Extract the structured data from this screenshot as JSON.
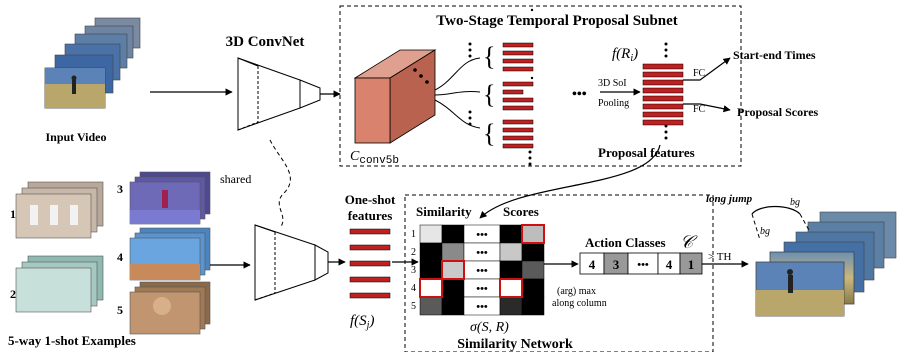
{
  "subnet": {
    "title": "Two-Stage Temporal Proposal Subnet",
    "f_ri": "f(R",
    "f_ri_sub": "i",
    "f_ri_close": ")",
    "soi_pooling": "3D SoI",
    "pooling": "Pooling",
    "fc1": "FC",
    "fc2": "FC",
    "start_end": "Start-end Times",
    "proposal_scores": "Proposal Scores",
    "c_label": "C",
    "c_sub": "conv5b",
    "proposal_features": "Proposal features"
  },
  "convnet": {
    "title": "3D ConvNet",
    "shared": "shared"
  },
  "input_video": "Input Video",
  "examples": {
    "title": "5-way 1-shot Examples",
    "numbers": [
      "1",
      "2",
      "3",
      "4",
      "5"
    ]
  },
  "oneshot": {
    "line1": "One-shot",
    "line2": "features",
    "f_sj": "f(S",
    "f_sj_sub": "j",
    "f_sj_close": ")"
  },
  "similarity": {
    "label": "Similarity",
    "scores": "Scores",
    "row_numbers": [
      "1",
      "2",
      "3",
      "4",
      "5"
    ],
    "sigma": "σ(S, R)",
    "network": "Similarity  Network",
    "argmax1": "(arg) max",
    "argmax2": "along column",
    "dots": "•••"
  },
  "action": {
    "title": "Action Classes",
    "script_c": "𝒞",
    "cells": [
      "4",
      "3",
      "•••",
      "4",
      "1"
    ],
    "threshold": "> TH"
  },
  "output": {
    "long_jump": "long jump",
    "bg1": "bg",
    "bg2": "bg"
  }
}
